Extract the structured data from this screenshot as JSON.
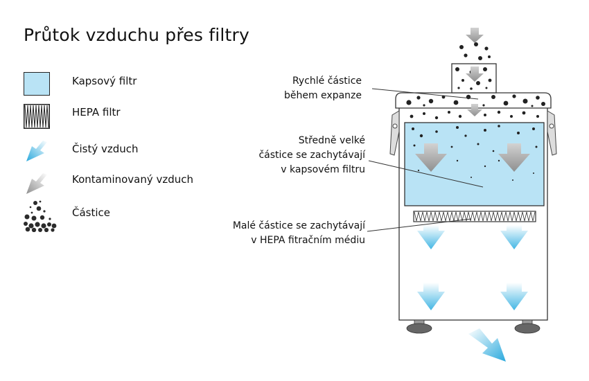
{
  "title": "Průtok vzduchu přes filtry",
  "legend": {
    "pocket_filter": "Kapsový filtr",
    "hepa_filter": "HEPA filtr",
    "clean_air": "Čistý vzduch",
    "contaminated_air": "Kontaminovaný vzduch",
    "particles": "Částice"
  },
  "annotations": {
    "fast_line1": "Rychlé částice",
    "fast_line2": "během expanze",
    "mid_line1": "Středně velké",
    "mid_line2": "částice se zachytávají",
    "mid_line3": "v kapsovém filtru",
    "small_line1": "Malé částice se zachytávají",
    "small_line2": "v HEPA fitračním médiu"
  },
  "colors": {
    "pocket_filter": "#b9e3f5",
    "clean_air": "#2aa9dd",
    "contaminated_air": "#a6a6a6",
    "particles": "#2b2b2b"
  }
}
